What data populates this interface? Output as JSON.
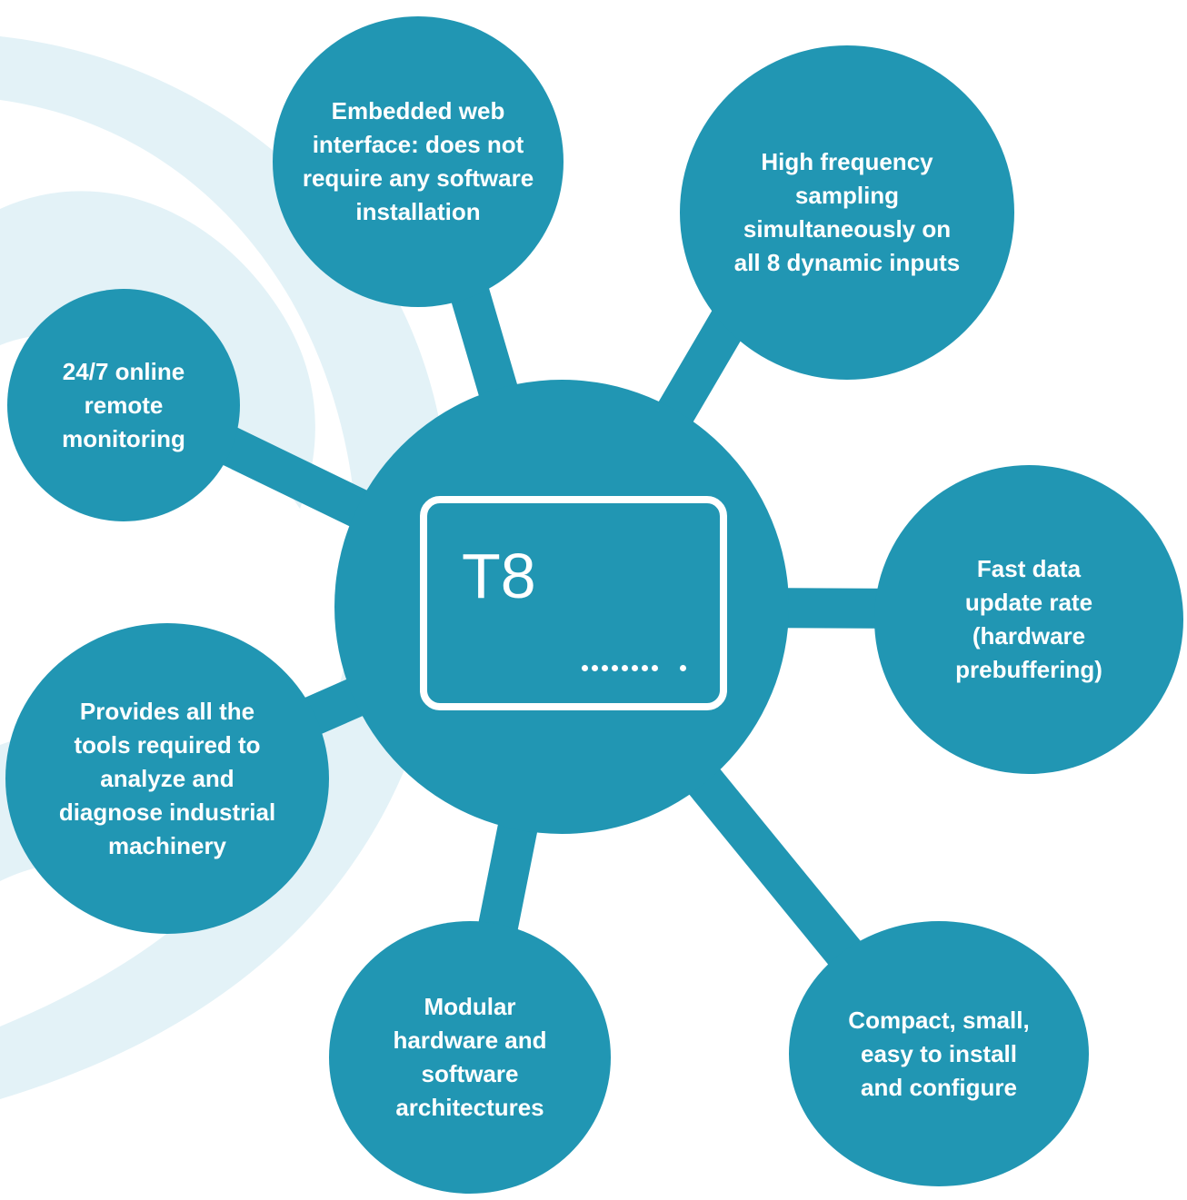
{
  "colors": {
    "node": "#2196b3",
    "background_swirl": "#e3f2f7",
    "text": "#ffffff"
  },
  "center": {
    "label": "T8",
    "icon": "device-icon"
  },
  "features": [
    {
      "id": "web",
      "text": "Embedded web\ninterface: does not\nrequire any software\ninstallation"
    },
    {
      "id": "sampling",
      "text": "High frequency\nsampling\nsimultaneously on\nall 8 dynamic inputs"
    },
    {
      "id": "monitoring",
      "text": "24/7 online\nremote\nmonitoring"
    },
    {
      "id": "update",
      "text": "Fast data\nupdate rate\n(hardware\nprebuffering)"
    },
    {
      "id": "tools",
      "text": "Provides all the\ntools required to\nanalyze and\ndiagnose industrial\nmachinery"
    },
    {
      "id": "modular",
      "text": "Modular\nhardware and\nsoftware\narchitectures"
    },
    {
      "id": "compact",
      "text": "Compact, small,\neasy to install\nand configure"
    }
  ]
}
